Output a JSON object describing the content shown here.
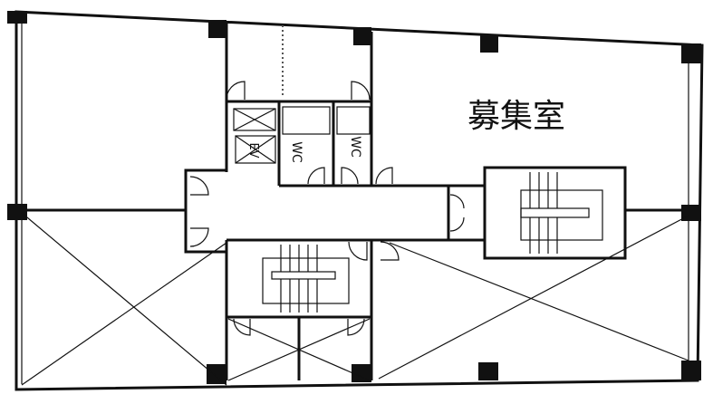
{
  "plan": {
    "vacancy_label": "募集室",
    "elevator_label": "EV",
    "restroom_labels": [
      "WC",
      "WC"
    ],
    "line_color": "#111111"
  }
}
